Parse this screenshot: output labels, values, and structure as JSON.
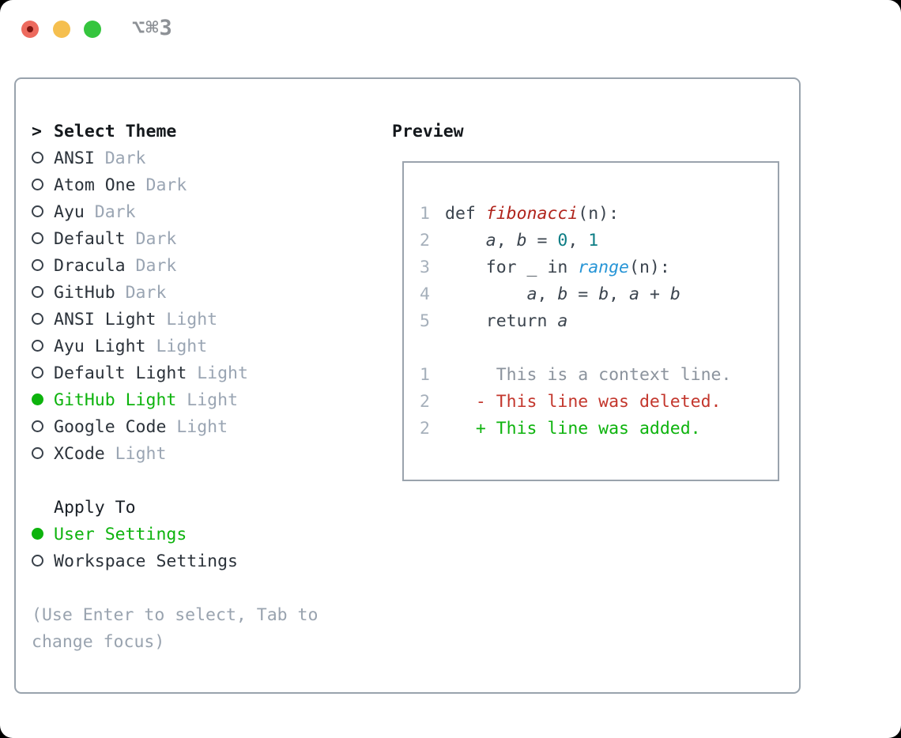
{
  "titlebar": {
    "title": "⌥⌘3"
  },
  "panel": {
    "theme_section": {
      "header": "Select Theme",
      "items": [
        {
          "name": "ANSI",
          "variant": "Dark",
          "selected": false
        },
        {
          "name": "Atom One",
          "variant": "Dark",
          "selected": false
        },
        {
          "name": "Ayu",
          "variant": "Dark",
          "selected": false
        },
        {
          "name": "Default",
          "variant": "Dark",
          "selected": false
        },
        {
          "name": "Dracula",
          "variant": "Dark",
          "selected": false
        },
        {
          "name": "GitHub",
          "variant": "Dark",
          "selected": false
        },
        {
          "name": "ANSI Light",
          "variant": "Light",
          "selected": false
        },
        {
          "name": "Ayu Light",
          "variant": "Light",
          "selected": false
        },
        {
          "name": "Default Light",
          "variant": "Light",
          "selected": false
        },
        {
          "name": "GitHub Light",
          "variant": "Light",
          "selected": true
        },
        {
          "name": "Google Code",
          "variant": "Light",
          "selected": false
        },
        {
          "name": "XCode",
          "variant": "Light",
          "selected": false
        }
      ]
    },
    "apply_section": {
      "header": "Apply To",
      "options": [
        {
          "label": "User Settings",
          "selected": true
        },
        {
          "label": "Workspace Settings",
          "selected": false
        }
      ]
    },
    "hint_lines": [
      "(Use Enter to select, Tab to",
      "change focus)"
    ],
    "preview": {
      "header": "Preview",
      "code_lines": [
        {
          "number": "1",
          "tokens": [
            {
              "text": "def ",
              "style": "plain"
            },
            {
              "text": "fibonacci",
              "style": "function"
            },
            {
              "text": "(n):",
              "style": "plain"
            }
          ]
        },
        {
          "number": "2",
          "tokens": [
            {
              "text": "    ",
              "style": "plain"
            },
            {
              "text": "a",
              "style": "variable"
            },
            {
              "text": ", ",
              "style": "plain"
            },
            {
              "text": "b",
              "style": "variable"
            },
            {
              "text": " = ",
              "style": "plain"
            },
            {
              "text": "0",
              "style": "number"
            },
            {
              "text": ", ",
              "style": "plain"
            },
            {
              "text": "1",
              "style": "number"
            }
          ]
        },
        {
          "number": "3",
          "tokens": [
            {
              "text": "    for _ in ",
              "style": "plain"
            },
            {
              "text": "range",
              "style": "builtin"
            },
            {
              "text": "(n):",
              "style": "plain"
            }
          ]
        },
        {
          "number": "4",
          "tokens": [
            {
              "text": "        ",
              "style": "plain"
            },
            {
              "text": "a",
              "style": "variable"
            },
            {
              "text": ", ",
              "style": "plain"
            },
            {
              "text": "b",
              "style": "variable"
            },
            {
              "text": " = ",
              "style": "plain"
            },
            {
              "text": "b",
              "style": "variable"
            },
            {
              "text": ", ",
              "style": "plain"
            },
            {
              "text": "a",
              "style": "variable"
            },
            {
              "text": " + ",
              "style": "plain"
            },
            {
              "text": "b",
              "style": "variable"
            }
          ]
        },
        {
          "number": "5",
          "tokens": [
            {
              "text": "    return ",
              "style": "plain"
            },
            {
              "text": "a",
              "style": "variable"
            }
          ]
        }
      ],
      "diff_lines": [
        {
          "number": "1",
          "text": "     This is a context line.",
          "style": "context"
        },
        {
          "number": "2",
          "text": "   - This line was deleted.",
          "style": "deleted"
        },
        {
          "number": "2",
          "text": "   + This line was added.",
          "style": "added"
        }
      ]
    }
  },
  "colors": {
    "selection_green": "#0db30d",
    "added_green": "#0db30d",
    "deleted_red": "#c3362c",
    "function_red": "#b0241c",
    "builtin_blue": "#2795d6",
    "number_teal": "#0c7d85",
    "muted_gray": "#9aa5b3",
    "border_gray": "#99a3ad"
  }
}
